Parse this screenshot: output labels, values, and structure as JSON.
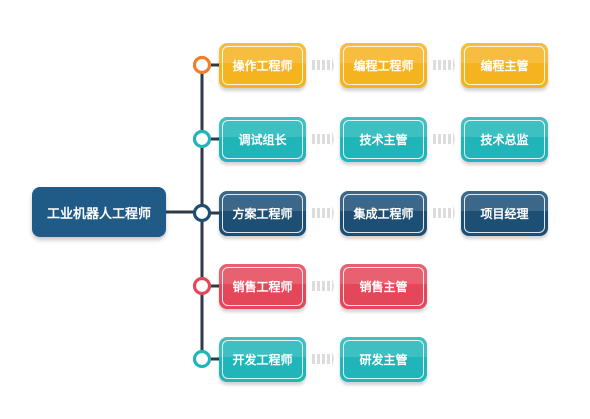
{
  "root": {
    "label": "工业机器人工程师",
    "color": "#1f5b86"
  },
  "branches": [
    {
      "color": "#f5b320",
      "dot": "#ef7f2b",
      "nodes": [
        "操作工程师",
        "编程工程师",
        "编程主管"
      ]
    },
    {
      "color": "#1fb5b9",
      "dot": "#1fb5b9",
      "nodes": [
        "调试组长",
        "技术主管",
        "技术总监"
      ]
    },
    {
      "color": "#1d4f75",
      "dot": "#1d4f75",
      "nodes": [
        "方案工程师",
        "集成工程师",
        "项目经理"
      ]
    },
    {
      "color": "#e5475a",
      "dot": "#e5475a",
      "nodes": [
        "销售工程师",
        "销售主管"
      ]
    },
    {
      "color": "#1fb5b9",
      "dot": "#1fb5b9",
      "nodes": [
        "开发工程师",
        "研发主管"
      ]
    }
  ],
  "trunk_color": "#2e3a47",
  "arrow_color": "#dcdcdc"
}
